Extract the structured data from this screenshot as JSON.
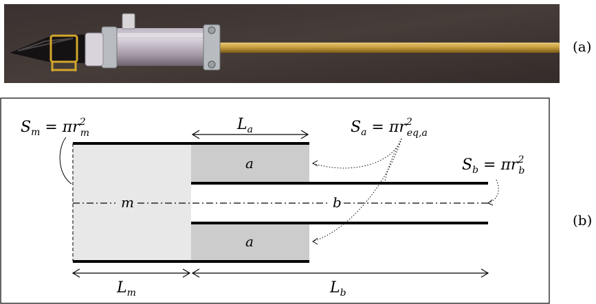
{
  "panels": {
    "a": {
      "label": "(a)"
    },
    "b": {
      "label": "(b)"
    }
  },
  "photo": {
    "depicts": [
      "mouthpiece",
      "ligature",
      "transparent-cylinder",
      "metal-clamps",
      "brass-tube"
    ]
  },
  "diagram": {
    "labels": {
      "section_m": "m",
      "section_a_top": "a",
      "section_a_bottom": "a",
      "section_b": "b",
      "length_a": "L",
      "length_a_sub": "a",
      "length_m": "L",
      "length_m_sub": "m",
      "length_b": "L",
      "length_b_sub": "b"
    },
    "formulas": {
      "S_m": {
        "lhs": "S",
        "lhs_sub": "m",
        "eq": " = πr",
        "sup": "2",
        "sub": "m"
      },
      "S_a": {
        "lhs": "S",
        "lhs_sub": "a",
        "eq": " = πr",
        "sup": "2",
        "sub": "eq,a"
      },
      "S_b": {
        "lhs": "S",
        "lhs_sub": "b",
        "eq": " = πr",
        "sup": "2",
        "sub": "b"
      }
    },
    "colors": {
      "section_m_fill": "#e8e8e8",
      "section_a_fill": "#cccccc",
      "wall": "#000000",
      "frame": "#000000"
    }
  }
}
